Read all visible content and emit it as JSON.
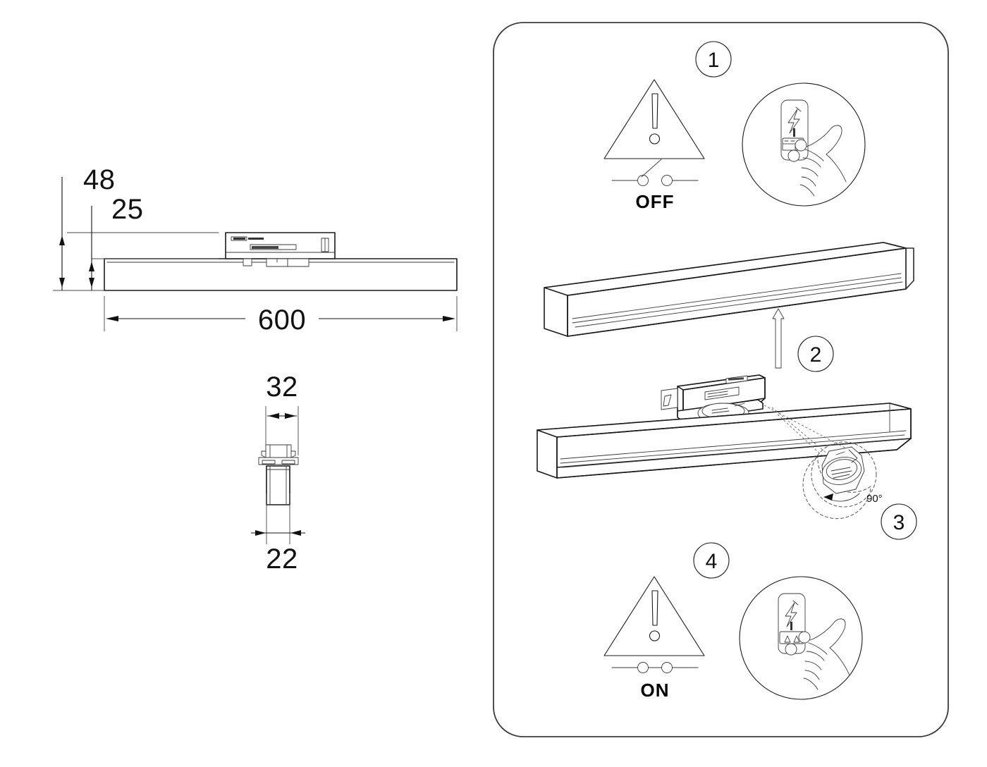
{
  "document": {
    "kind": "installation-instruction-sheet",
    "product": "magnetic-track-linear-luminaire"
  },
  "dimension_view": {
    "name": "side-elevation-and-end-view",
    "side_view": {
      "label_total_height": "48",
      "label_profile_height": "25",
      "label_length": "600"
    },
    "end_view": {
      "label_top_width": "32",
      "label_bottom_width": "22"
    },
    "units_note": ""
  },
  "steps_panel": {
    "steps": [
      {
        "number": "1",
        "name": "power-off",
        "switch_state_label": "OFF",
        "switch_open": true,
        "has_warning_triangle": true,
        "has_breaker_inset": true
      },
      {
        "number": "2",
        "name": "insert-into-track",
        "switch_state_label": "",
        "switch_open": false,
        "has_warning_triangle": false,
        "has_breaker_inset": false
      },
      {
        "number": "3",
        "name": "rotate-to-lock",
        "angle_label": "90°",
        "switch_state_label": "",
        "switch_open": false,
        "has_warning_triangle": false,
        "has_breaker_inset": false
      },
      {
        "number": "4",
        "name": "power-on",
        "switch_state_label": "ON",
        "switch_open": false,
        "has_warning_triangle": true,
        "has_breaker_inset": true
      }
    ]
  },
  "colors": {
    "stroke": "#1a1a1a",
    "panel_border": "#3c3c3c",
    "background": "#ffffff",
    "dash": "#555555"
  }
}
